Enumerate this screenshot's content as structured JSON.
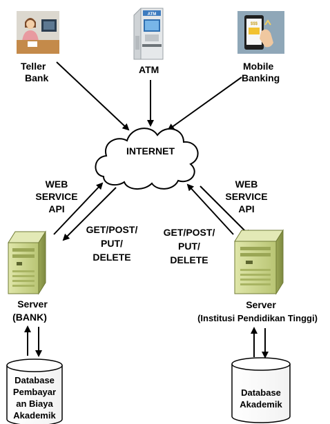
{
  "nodes": {
    "teller": {
      "line1": "Teller",
      "line2": "Bank",
      "icon": "teller-icon"
    },
    "atm": {
      "label": "ATM",
      "screen_text": "ATM",
      "icon": "atm-icon"
    },
    "mobile": {
      "line1": "Mobile",
      "line2": "Banking",
      "icon": "mobile-phone-icon",
      "screen_text": "$$$"
    },
    "internet": {
      "label": "INTERNET",
      "icon": "cloud-icon"
    },
    "server_bank": {
      "line1": "Server",
      "line2": "(BANK)",
      "icon": "server-icon"
    },
    "server_pt": {
      "line1": "Server",
      "line2": "(Institusi Pendidikan Tinggi)",
      "icon": "server-icon"
    },
    "db_bank": {
      "lines": [
        "Database",
        "Pembayar",
        "an Biaya",
        "Akademik"
      ],
      "icon": "database-icon"
    },
    "db_pt": {
      "lines": [
        "Database",
        "Akademik"
      ],
      "icon": "database-icon"
    }
  },
  "edges": {
    "left_api": {
      "lines": [
        "WEB",
        "SERVICE",
        "API"
      ]
    },
    "left_methods": {
      "lines": [
        "GET/POST/",
        "PUT/",
        "DELETE"
      ]
    },
    "right_api": {
      "lines": [
        "WEB",
        "SERVICE",
        "API"
      ]
    },
    "right_methods": {
      "lines": [
        "GET/POST/",
        "PUT/",
        "DELETE"
      ]
    }
  },
  "colors": {
    "server_body": "#c9d48a",
    "server_shade": "#8f9c4a",
    "cloud_fill": "#ffffff",
    "arrow": "#000000"
  }
}
